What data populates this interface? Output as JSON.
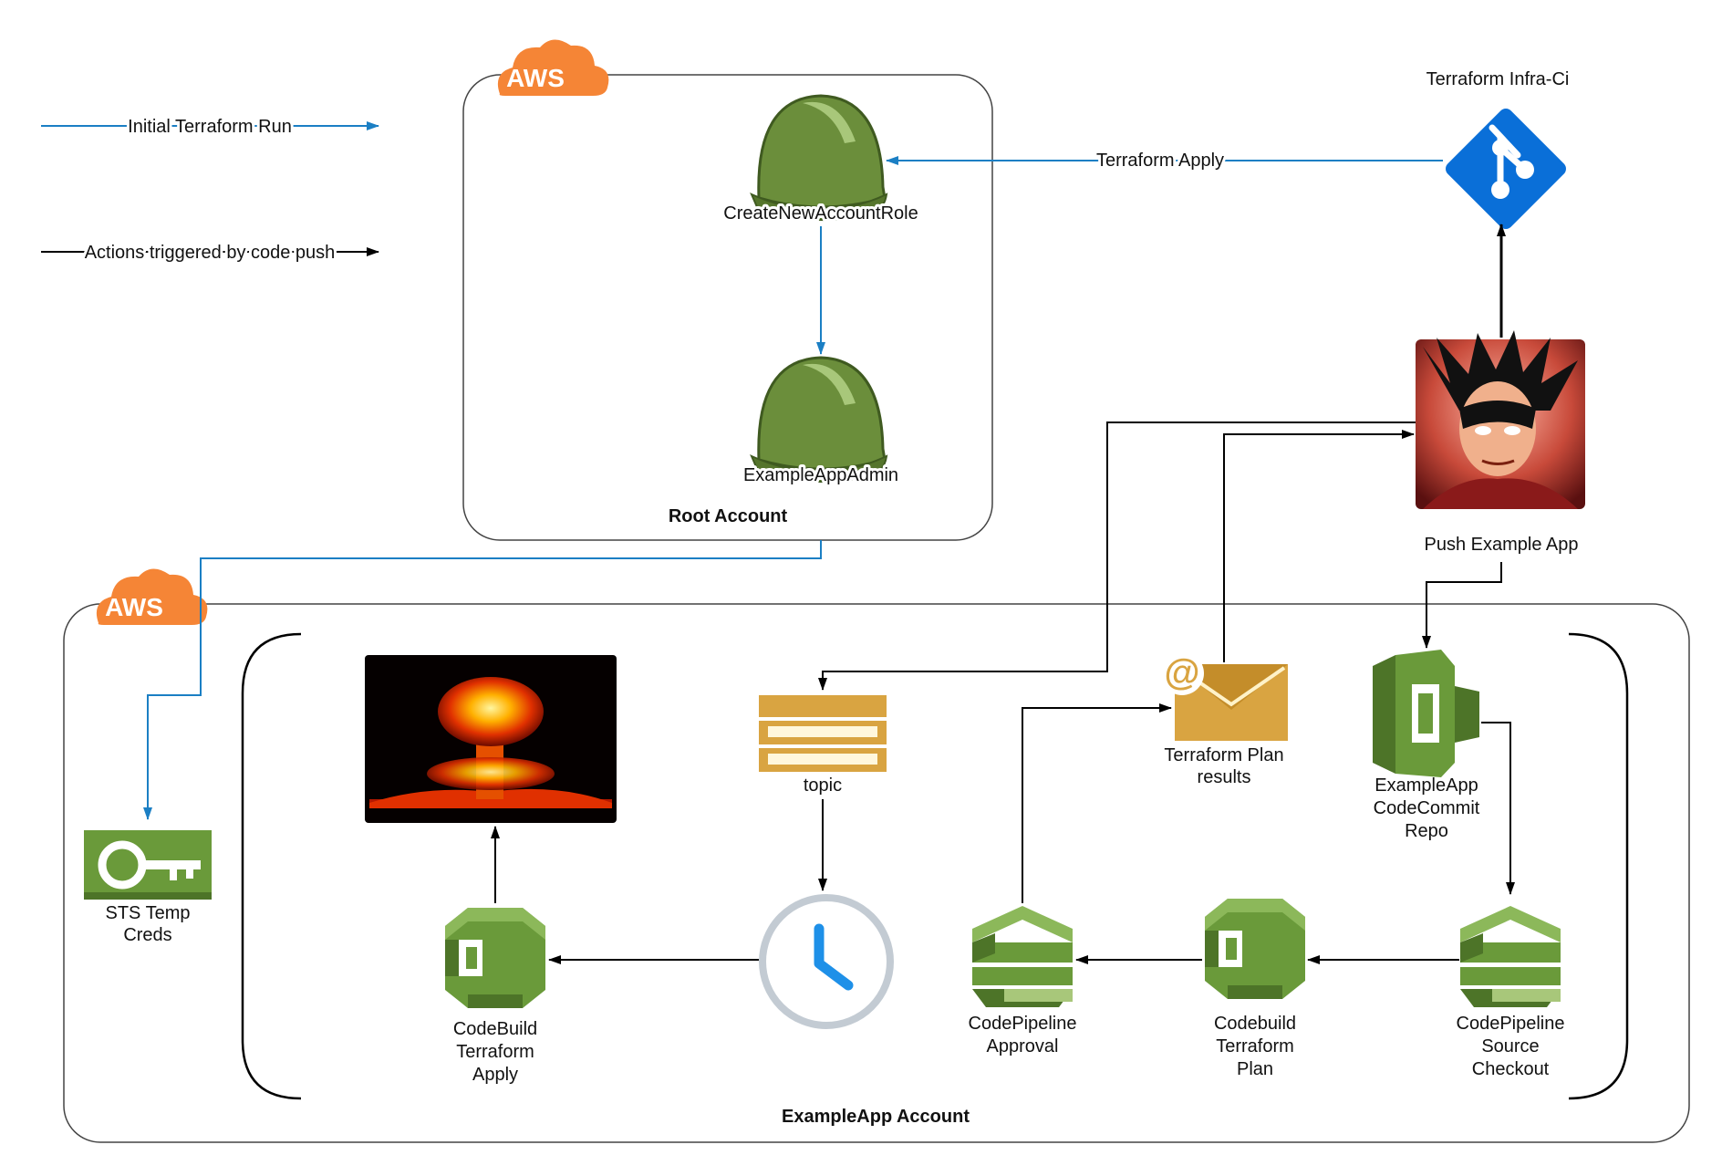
{
  "legend": {
    "initial_run": "Initial Terraform Run",
    "code_push": "Actions triggered by code push"
  },
  "colors": {
    "blue_arrow": "#1b7fc4",
    "black_arrow": "#000000",
    "aws_orange": "#f58536",
    "aws_green": "#6a9a3a",
    "helmet_green": "#6b8e3b",
    "git_blue": "#0a6fd8",
    "sns_gold": "#d9a441",
    "clock_blue": "#1e90e8"
  },
  "root_account": {
    "cloud_label": "AWS",
    "title": "Root Account",
    "create_role_label": "CreateNewAccountRole",
    "admin_label": "ExampleAppAdmin"
  },
  "infra_ci": {
    "label": "Terraform Infra-Ci",
    "apply_label": "Terraform Apply",
    "icon": "git-icon"
  },
  "developer": {
    "label": "Push Example App",
    "icon": "developer-avatar"
  },
  "exampleapp_account": {
    "cloud_label": "AWS",
    "title": "ExampleApp Account",
    "sts_label": [
      "STS Temp",
      "Creds"
    ],
    "explosion_icon": "nuclear-explosion-image",
    "topic_label": "topic",
    "email_label": [
      "Terraform Plan",
      "results"
    ],
    "codecommit_label": [
      "ExampleApp",
      "CodeCommit",
      "Repo"
    ],
    "codebuild_apply_label": [
      "CodeBuild",
      "Terraform",
      "Apply"
    ],
    "approval_label": [
      "CodePipeline",
      "Approval"
    ],
    "codebuild_plan_label": [
      "Codebuild",
      "Terraform",
      "Plan"
    ],
    "source_label": [
      "CodePipeline",
      "Source",
      "Checkout"
    ]
  }
}
